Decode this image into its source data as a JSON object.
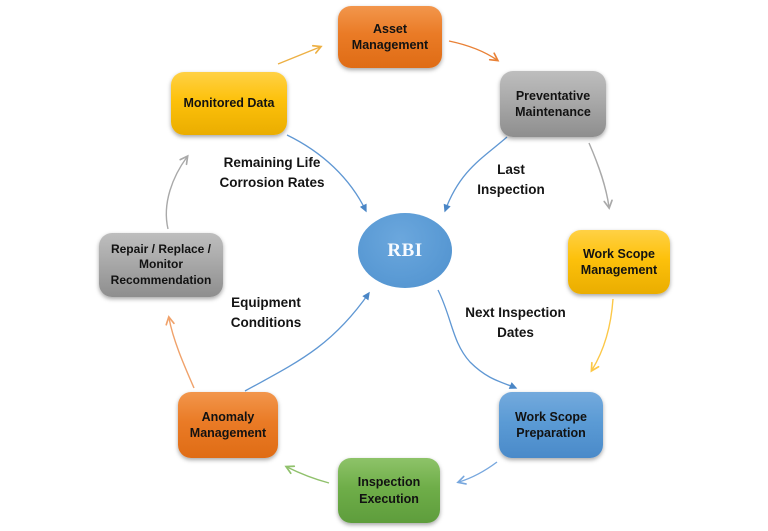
{
  "diagram": {
    "title": "RBI cycle diagram",
    "center": {
      "label": "RBI",
      "color": "#5b9bd5"
    },
    "nodes": [
      {
        "id": "asset-management",
        "label": "Asset\nManagement",
        "color": "#ea7b26"
      },
      {
        "id": "preventative-maintenance",
        "label": "Preventative\nMaintenance",
        "color": "#a9a9a9"
      },
      {
        "id": "work-scope-management",
        "label": "Work Scope\nManagement",
        "color": "#fdc10b"
      },
      {
        "id": "work-scope-preparation",
        "label": "Work Scope\nPreparation",
        "color": "#5b9bd5"
      },
      {
        "id": "inspection-execution",
        "label": "Inspection\nExecution",
        "color": "#6fae49"
      },
      {
        "id": "anomaly-management",
        "label": "Anomaly\nManagement",
        "color": "#ea7b26"
      },
      {
        "id": "repair-replace-monitor",
        "label": "Repair / Replace /\nMonitor\nRecommendation",
        "color": "#a9a9a9"
      },
      {
        "id": "monitored-data",
        "label": "Monitored Data",
        "color": "#fdc10b"
      }
    ],
    "flow_labels": [
      {
        "id": "remaining-life-corrosion-rates",
        "label": "Remaining Life\nCorrosion Rates"
      },
      {
        "id": "last-inspection",
        "label": "Last\nInspection"
      },
      {
        "id": "next-inspection-dates",
        "label": "Next Inspection\nDates"
      },
      {
        "id": "equipment-conditions",
        "label": "Equipment\nConditions"
      }
    ],
    "arrow_colors": {
      "spoke_blue": "#5f97d3",
      "gold": "#edb044",
      "orange": "#e98136",
      "gray": "#a9a9a9",
      "yellow": "#fcc848",
      "blue": "#77a7de",
      "green": "#90c16c",
      "peach": "#f0a26b"
    }
  }
}
